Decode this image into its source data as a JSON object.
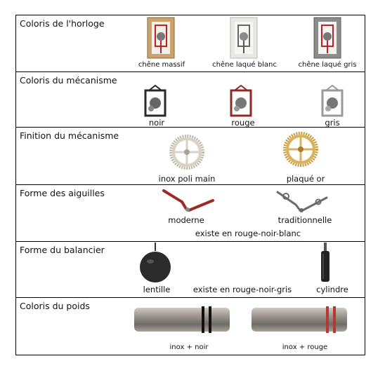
{
  "rows": [
    {
      "title": "Coloris de l'horloge",
      "items": [
        {
          "label": "chêne massif",
          "icon": "clock-case-oak-icon",
          "color": "#c9a36b"
        },
        {
          "label": "chêne laqué blanc",
          "icon": "clock-case-white-icon",
          "color": "#e8e8e4"
        },
        {
          "label": "chêne laqué gris",
          "icon": "clock-case-grey-icon",
          "color": "#8c8c8a"
        }
      ]
    },
    {
      "title": "Coloris du mécanisme",
      "items": [
        {
          "label": "noir",
          "icon": "movement-black-icon",
          "color": "#2a2a2a"
        },
        {
          "label": "rouge",
          "icon": "movement-red-icon",
          "color": "#8e2a25"
        },
        {
          "label": "gris",
          "icon": "movement-grey-icon",
          "color": "#9a9a9a"
        }
      ]
    },
    {
      "title": "Finition du mécanisme",
      "items": [
        {
          "label": "inox poli main",
          "icon": "gear-steel-icon",
          "color": "#d8d2c4"
        },
        {
          "label": "plaqué or",
          "icon": "gear-gold-icon",
          "color": "#d9b25a"
        }
      ]
    },
    {
      "title": "Forme des aiguilles",
      "items": [
        {
          "label": "moderne",
          "icon": "hands-modern-icon",
          "color": "#9c2a25"
        },
        {
          "label": "traditionnelle",
          "icon": "hands-traditional-icon",
          "color": "#6b6b6b"
        }
      ],
      "note": "existe en rouge-noir-blanc"
    },
    {
      "title": "Forme du balancier",
      "items": [
        {
          "label": "lentille",
          "icon": "pendulum-lens-icon",
          "color": "#2b2b2b"
        },
        {
          "label": "cylindre",
          "icon": "pendulum-cylinder-icon",
          "color": "#222222"
        }
      ],
      "note": "existe en rouge-noir-gris"
    },
    {
      "title": "Coloris du poids",
      "items": [
        {
          "label": "inox + noir",
          "icon": "weight-black-rings-icon",
          "color": "#111111"
        },
        {
          "label": "inox + rouge",
          "icon": "weight-red-rings-icon",
          "color": "#b23a2e"
        }
      ]
    }
  ]
}
